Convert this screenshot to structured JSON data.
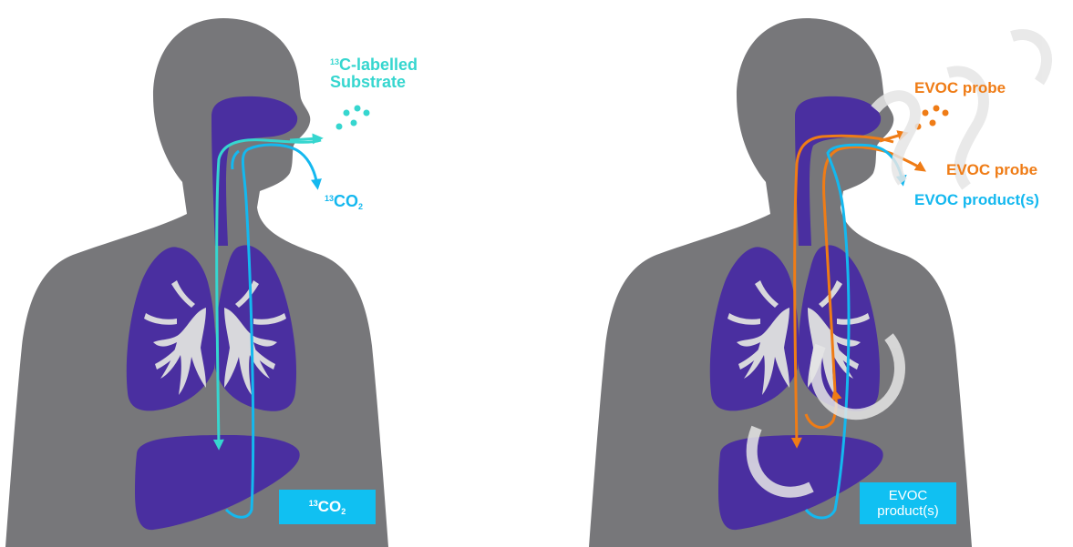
{
  "left_panel": {
    "substrate_label": {
      "sup": "13",
      "line1": "C-labelled",
      "line2": "Substrate"
    },
    "exhaled_label": {
      "sup": "13",
      "main": "CO",
      "sub": "2"
    },
    "liver_box": {
      "sup": "13",
      "main": "CO",
      "sub": "2"
    }
  },
  "right_panel": {
    "probe_label_top": "EVOC probe",
    "probe_label_mid": "EVOC probe",
    "product_label": "EVOC product(s)",
    "liver_box": {
      "line1": "EVOC",
      "line2": "product(s)"
    }
  },
  "colors": {
    "body": "#77777a",
    "organs": "#4a2fa0",
    "bronchi": "#d8d8dc",
    "cyan": "#36d6cf",
    "blue": "#14b8ef",
    "orange": "#ef7c16",
    "box": "#10c0f2"
  }
}
